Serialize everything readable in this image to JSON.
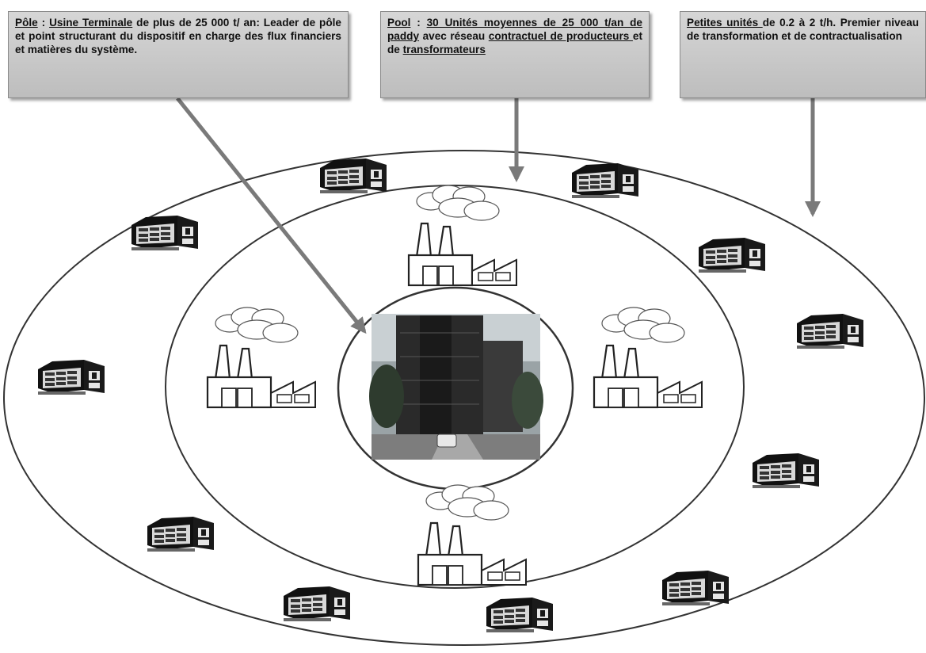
{
  "callouts": {
    "pole": {
      "term": "Pôle",
      "sep": " : ",
      "term2": "Usine Terminale",
      "text": " de plus de 25 000 t/ an: Leader de pôle et point structurant du dispositif  en charge des flux financiers et matières du système."
    },
    "pool": {
      "term": "Pool",
      "sep": "  :  ",
      "term2": "30 Unités moyennes de 25 000 t/an de paddy",
      "text": " avec réseau ",
      "term3": "contractuel de producteurs ",
      "text2": "et de ",
      "term4": "transformateurs"
    },
    "small": {
      "term": "Petites unités ",
      "text": " de 0.2 à 2 t/h. Premier niveau de transformation et de contractualisation"
    }
  },
  "icons": {
    "terminal": "terminal-plant-photo",
    "pool": "factory-with-chimneys-icon",
    "small": "small-building-icon"
  },
  "colors": {
    "arrow": "#7a7a7a",
    "callout_bg": "#cccccc",
    "ring": "#333333"
  }
}
